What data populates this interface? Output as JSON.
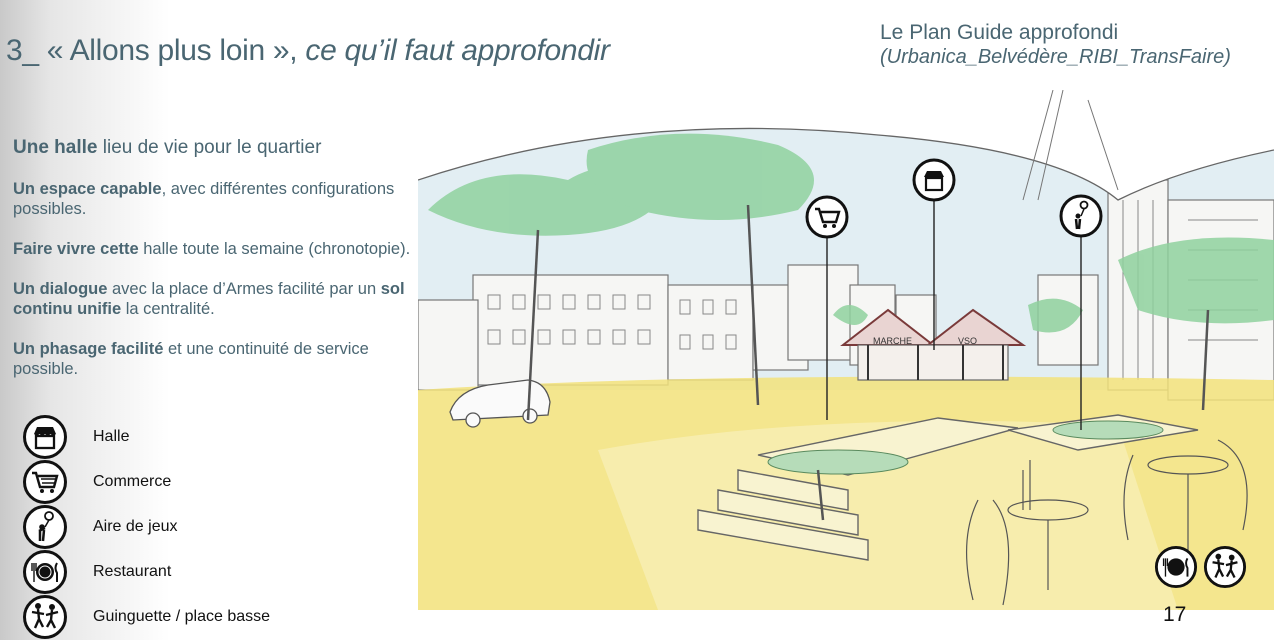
{
  "header": {
    "title_main": "3_ « Allons plus loin », ",
    "title_italic": "ce qu’il faut approfondir",
    "ref_line1": "Le Plan Guide approfondi",
    "ref_line2": "(Urbanica_Belvédère_RIBI_TransFaire)"
  },
  "content": {
    "heading": {
      "bold": "Une halle",
      "rest": " lieu de vie pour le quartier"
    },
    "p1": {
      "bold": "Un espace capable",
      "rest": ", avec différentes configurations possibles."
    },
    "p2": {
      "bold": "Faire vivre cette",
      "rest": " halle toute la semaine (chronotopie)."
    },
    "p3": {
      "bold": "Un dialogue",
      "mid": " avec la place d’Armes facilité par un ",
      "bold2": "sol continu unifie",
      "rest": " la centralité."
    },
    "p4": {
      "bold": "Un phasage facilité",
      "rest": " et une continuité de service possible."
    }
  },
  "legend": [
    {
      "icon": "halle-icon",
      "label": "Halle"
    },
    {
      "icon": "cart-icon",
      "label": "Commerce"
    },
    {
      "icon": "playground-icon",
      "label": "Aire de jeux"
    },
    {
      "icon": "restaurant-icon",
      "label": "Restaurant"
    },
    {
      "icon": "dancing-icon",
      "label": "Guinguette / place basse"
    }
  ],
  "sketch": {
    "sign_left": "MARCHE",
    "sign_right": "VSO"
  },
  "colors": {
    "title": "#4a6672",
    "ground": "#f2e27a",
    "foliage": "#8fd19e",
    "sky": "#e2eef3"
  },
  "page_number": "17"
}
